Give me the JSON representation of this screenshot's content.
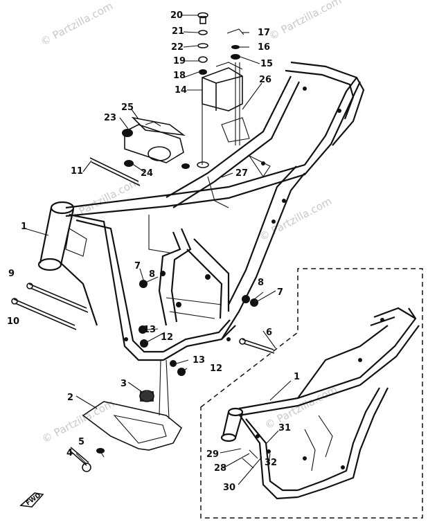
{
  "watermark": {
    "text": "© Partzilla.com"
  },
  "labels": {
    "p1": "1",
    "p1b": "1",
    "p2": "2",
    "p3": "3",
    "p4": "4",
    "p5": "5",
    "p6": "6",
    "p7a": "7",
    "p7b": "7",
    "p8a": "8",
    "p8b": "8",
    "p9": "9",
    "p10": "10",
    "p11": "11",
    "p12a": "12",
    "p12b": "12",
    "p13a": "13",
    "p13b": "13",
    "p14": "14",
    "p15": "15",
    "p16": "16",
    "p17": "17",
    "p18": "18",
    "p19": "19",
    "p20": "20",
    "p21": "21",
    "p22": "22",
    "p23": "23",
    "p24": "24",
    "p25": "25",
    "p26": "26",
    "p27": "27",
    "p28": "28",
    "p29": "29",
    "p30": "30",
    "p31": "31",
    "p32": "32",
    "front_marker": "FWD"
  },
  "icons": {
    "front_arrow": "front-direction-arrow"
  }
}
